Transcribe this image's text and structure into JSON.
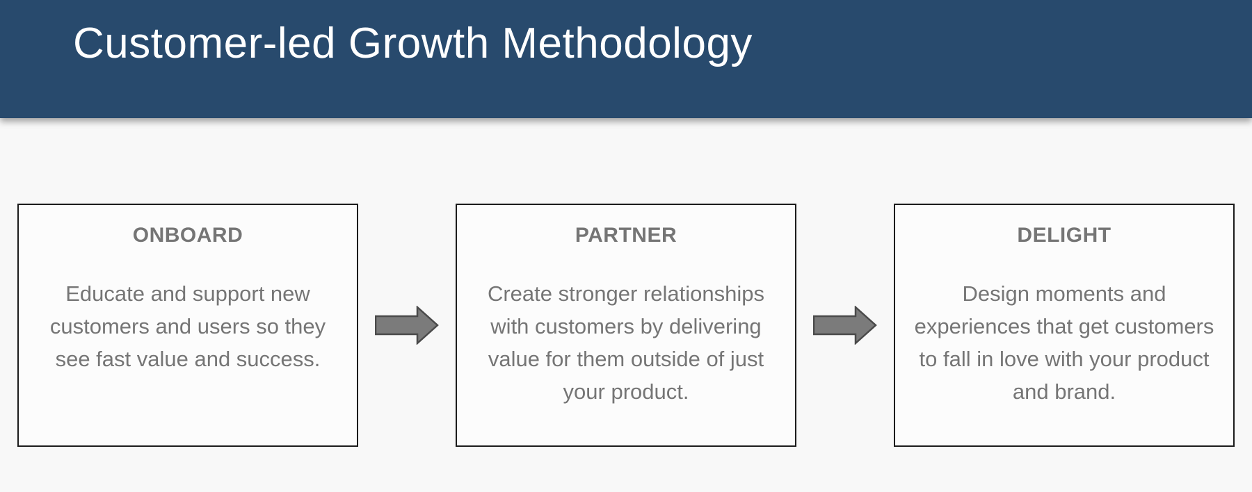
{
  "header": {
    "title": "Customer-led Growth Methodology",
    "background_color": "#284a6d",
    "text_color": "#ffffff"
  },
  "steps": [
    {
      "title": "ONBOARD",
      "description": "Educate and support new customers and users so they see fast value and success."
    },
    {
      "title": "PARTNER",
      "description": "Create stronger relationships with customers by delivering value for them outside of just your product."
    },
    {
      "title": "DELIGHT",
      "description": "Design moments and experiences that get customers to fall in love with your product and brand."
    }
  ],
  "arrows": {
    "direction": "right",
    "count": 2,
    "fill_color": "#7b7b7b",
    "stroke_color": "#4a4a4a"
  },
  "colors": {
    "page_background": "#f8f8f8",
    "box_background": "#fcfcfc",
    "box_border": "#1b1b1b",
    "step_text": "#757575"
  }
}
